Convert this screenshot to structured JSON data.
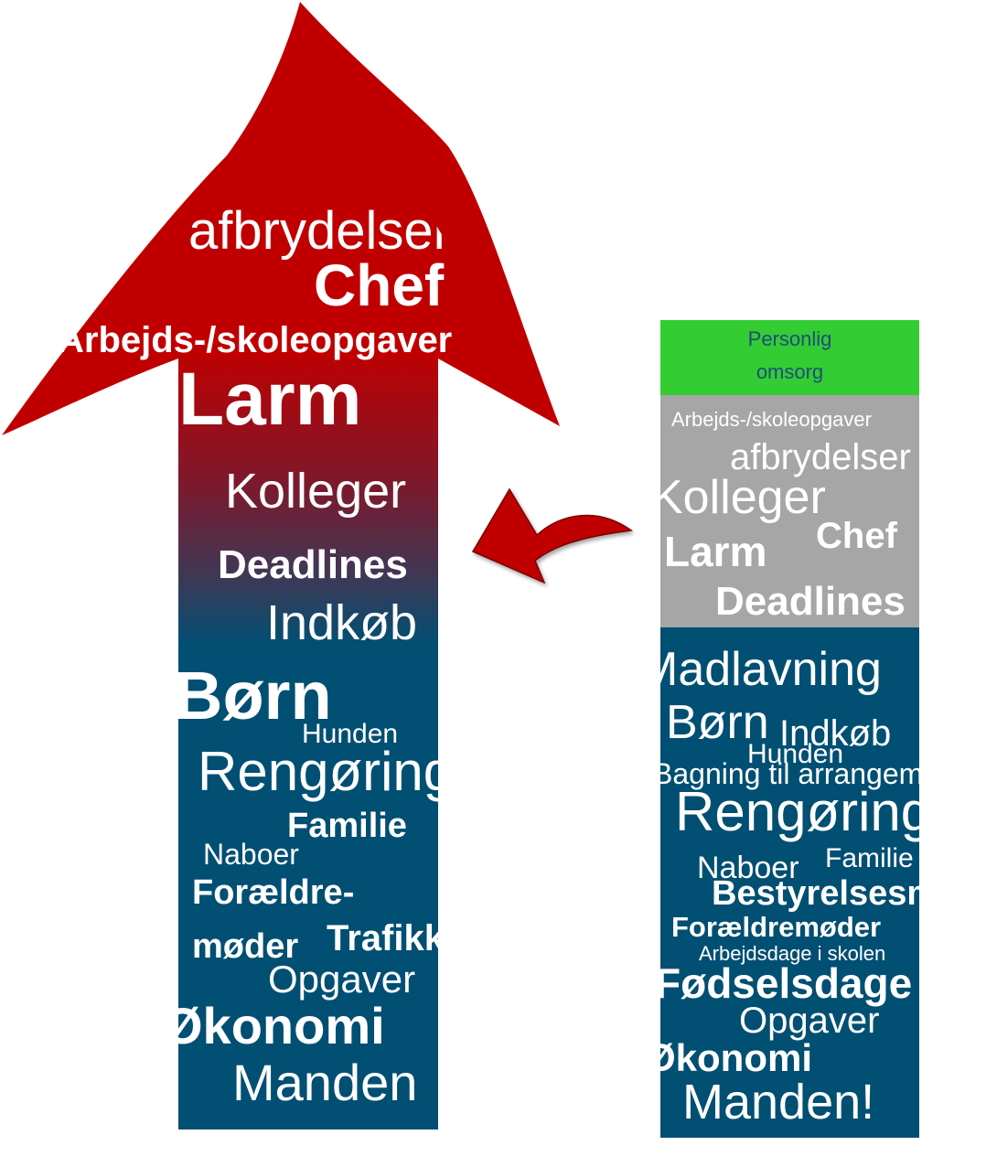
{
  "left_arrow": {
    "words": [
      "afbrydelser",
      "Chef",
      "Arbejds-/skoleopgaver",
      "Larm",
      "Kolleger",
      "Deadlines",
      "Indkøb",
      "Børn",
      "Hunden",
      "Rengøring",
      "Familie",
      "Naboer",
      "Forældre-",
      "møder",
      "Trafikken",
      "Opgaver",
      "Økonomi",
      "Manden"
    ],
    "colors": {
      "head": "#c00000",
      "shaft_bottom": "#014f73"
    }
  },
  "right_column": {
    "personal_care": [
      "Personlig",
      "omsorg"
    ],
    "work_words": [
      "Arbejds-/skoleopgaver",
      "afbrydelser",
      "Kolleger",
      "Chef",
      "Larm",
      "Deadlines"
    ],
    "home_words": [
      "Madlavning",
      "Børn",
      "Indkøb",
      "Hunden",
      "Bagning til arrangementer",
      "Rengøring",
      "Naboer",
      "Familie",
      "Bestyrelsesmøder",
      "Forældremøder",
      "Arbejdsdage i skolen",
      "Fødselsdage",
      "Opgaver",
      "Økonomi",
      "Manden!"
    ],
    "colors": {
      "care": "#33cc33",
      "work": "#a6a6a6",
      "home": "#014f73"
    }
  },
  "connector": {
    "icon": "curved-arrow-icon",
    "color": "#c00000"
  }
}
